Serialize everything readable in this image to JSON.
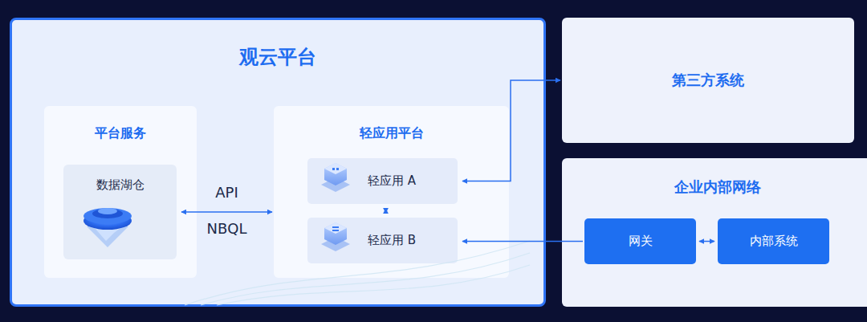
{
  "diagram": {
    "nodes": [
      {
        "text": [
          "观云平台"
        ]
      },
      {
        "text": [
          "平台服务"
        ],
        "in": 0
      },
      {
        "text": [
          "数据湖仓"
        ],
        "in": 1
      },
      {
        "text": [
          "轻应用平台"
        ],
        "in": 0
      },
      {
        "text": [
          "轻应用 A"
        ],
        "in": 3
      },
      {
        "text": [
          "轻应用 B"
        ],
        "in": 3
      },
      {
        "text": [
          "第三方系统"
        ]
      },
      {
        "text": [
          "企业内部网络"
        ]
      },
      {
        "text": [
          "网关"
        ],
        "in": 7
      },
      {
        "text": [
          "内部系统"
        ],
        "in": 7
      }
    ],
    "edges": [
      {
        "from": 2,
        "to": 3,
        "arrow": "both",
        "label": "API"
      },
      {
        "from": 4,
        "to": 5,
        "arrow": "both"
      },
      {
        "from": 4,
        "to": 6,
        "arrow": "both"
      },
      {
        "from": 8,
        "to": 5,
        "arrow": "to"
      },
      {
        "from": 8,
        "to": 9,
        "arrow": "both"
      }
    ],
    "labels": [
      "NBQL"
    ]
  }
}
